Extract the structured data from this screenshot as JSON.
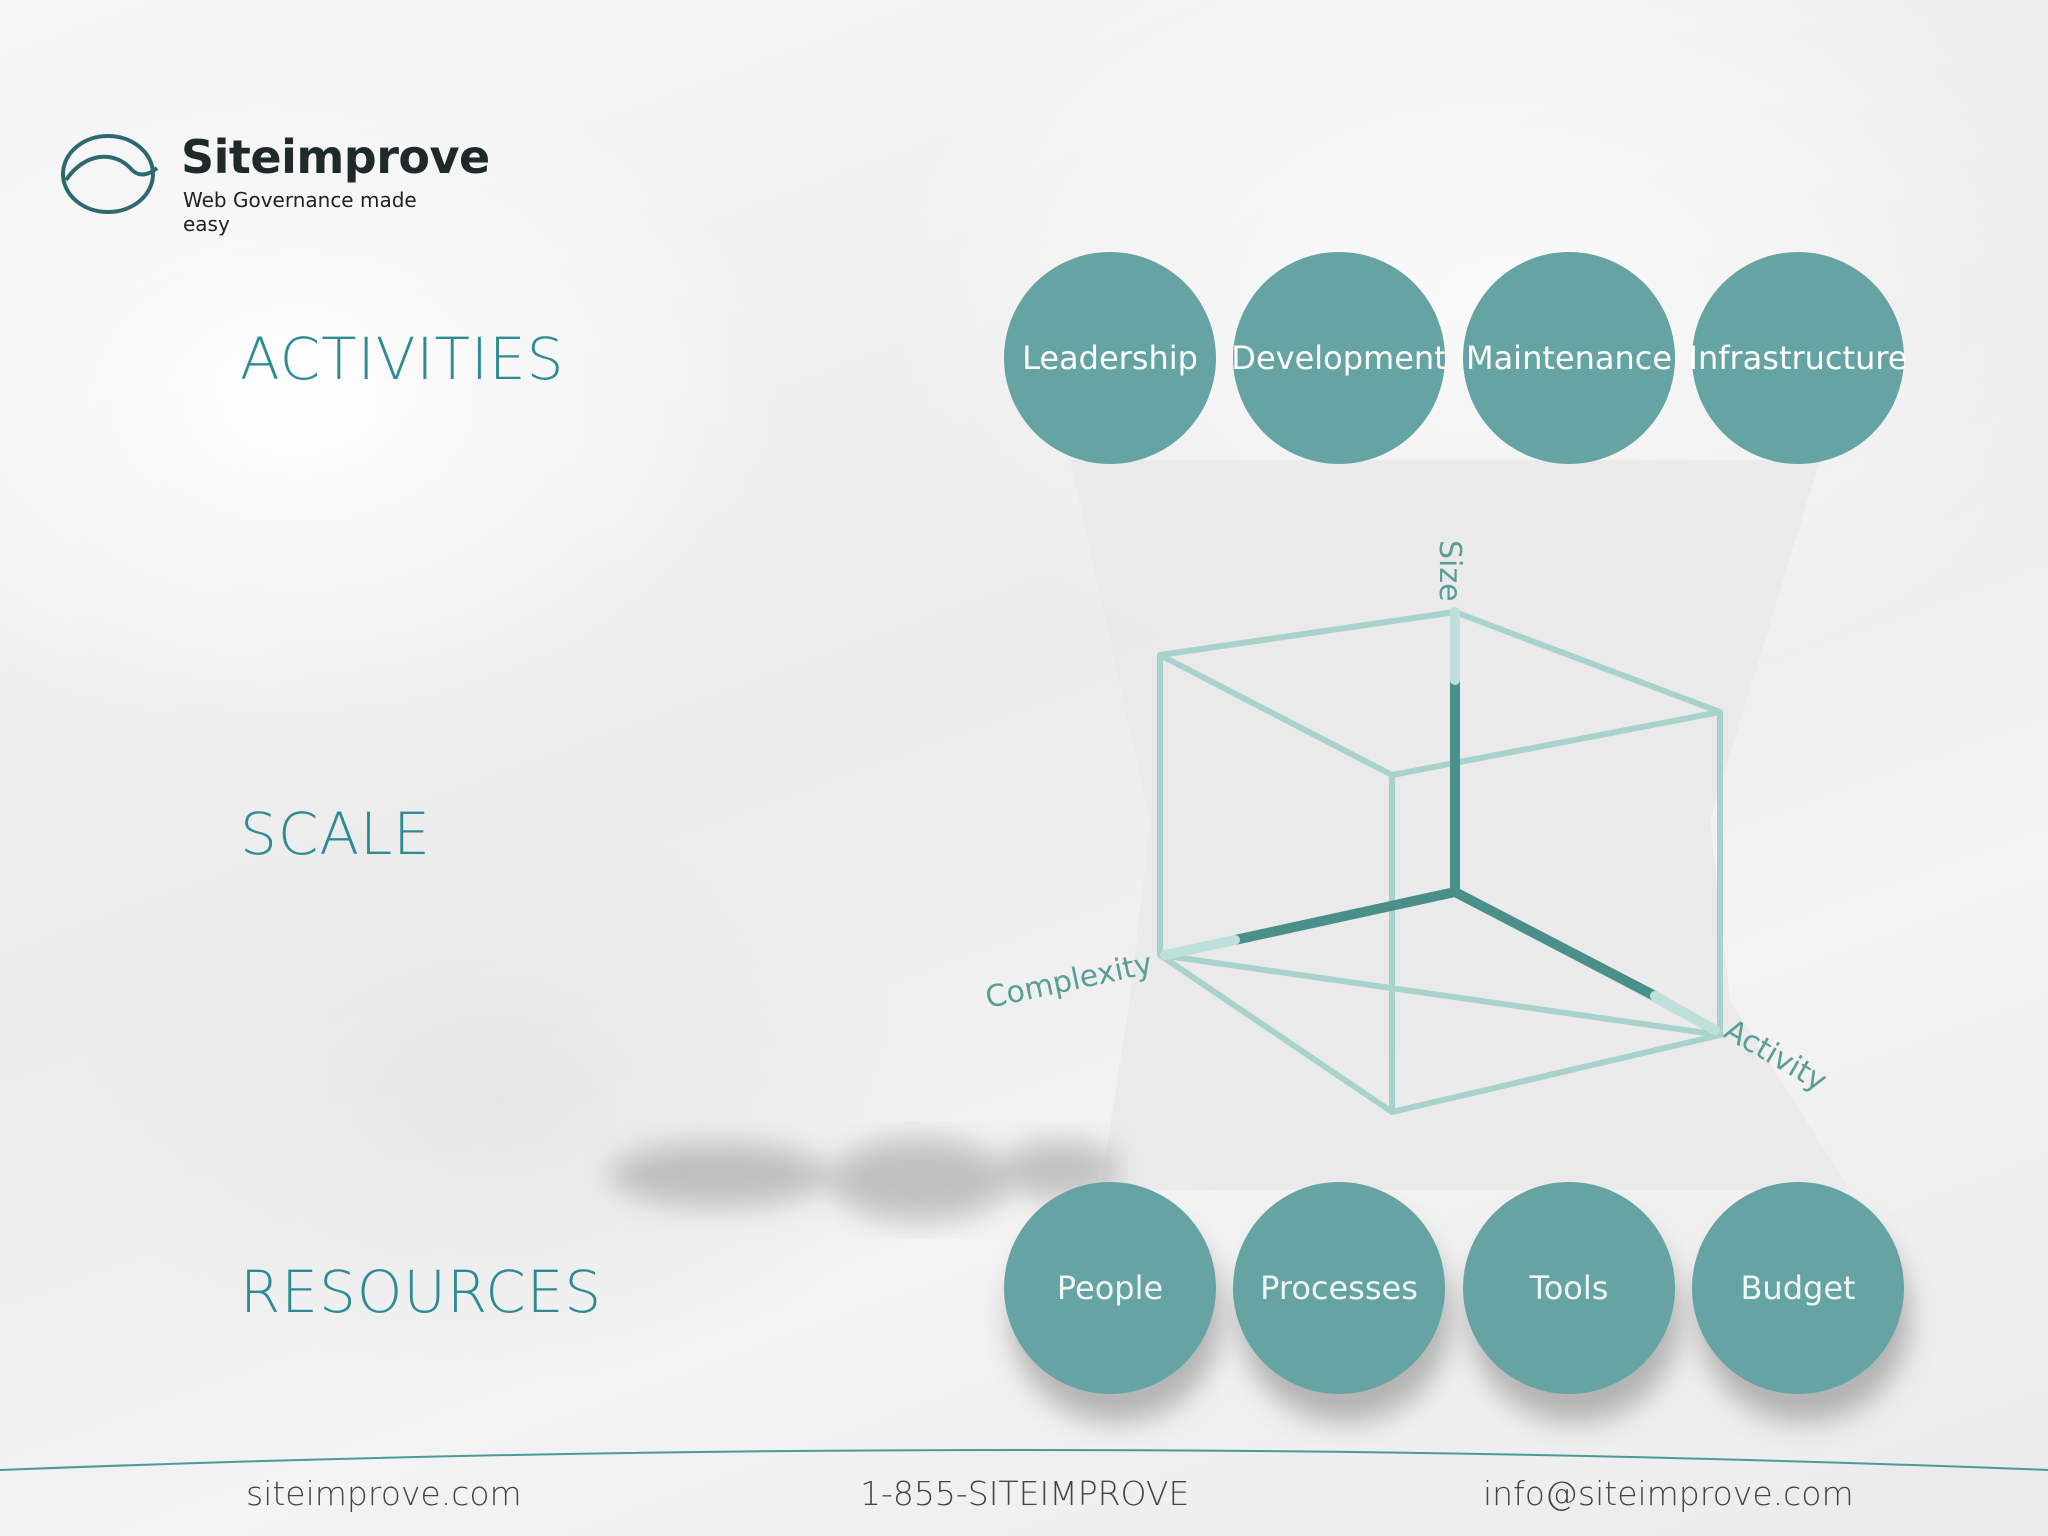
{
  "brand": {
    "name": "Siteimprove",
    "tagline": "Web Governance made easy"
  },
  "sections": {
    "activities": "ACTIVITIES",
    "scale": "SCALE",
    "resources": "RESOURCES"
  },
  "activities": [
    "Leadership",
    "Development",
    "Maintenance",
    "Infrastructure"
  ],
  "resources": [
    "People",
    "Processes",
    "Tools",
    "Budget"
  ],
  "axes": {
    "size": "Size",
    "complexity": "Complexity",
    "activity": "Activity"
  },
  "footer": {
    "website": "siteimprove.com",
    "phone": "1-855-SITEIMPROVE",
    "email": "info@siteimprove.com"
  },
  "colors": {
    "accent": "#2e8a94",
    "circle": "#66a4a4",
    "cube": "#a8d2cc",
    "axis": "#4a8f8a"
  }
}
